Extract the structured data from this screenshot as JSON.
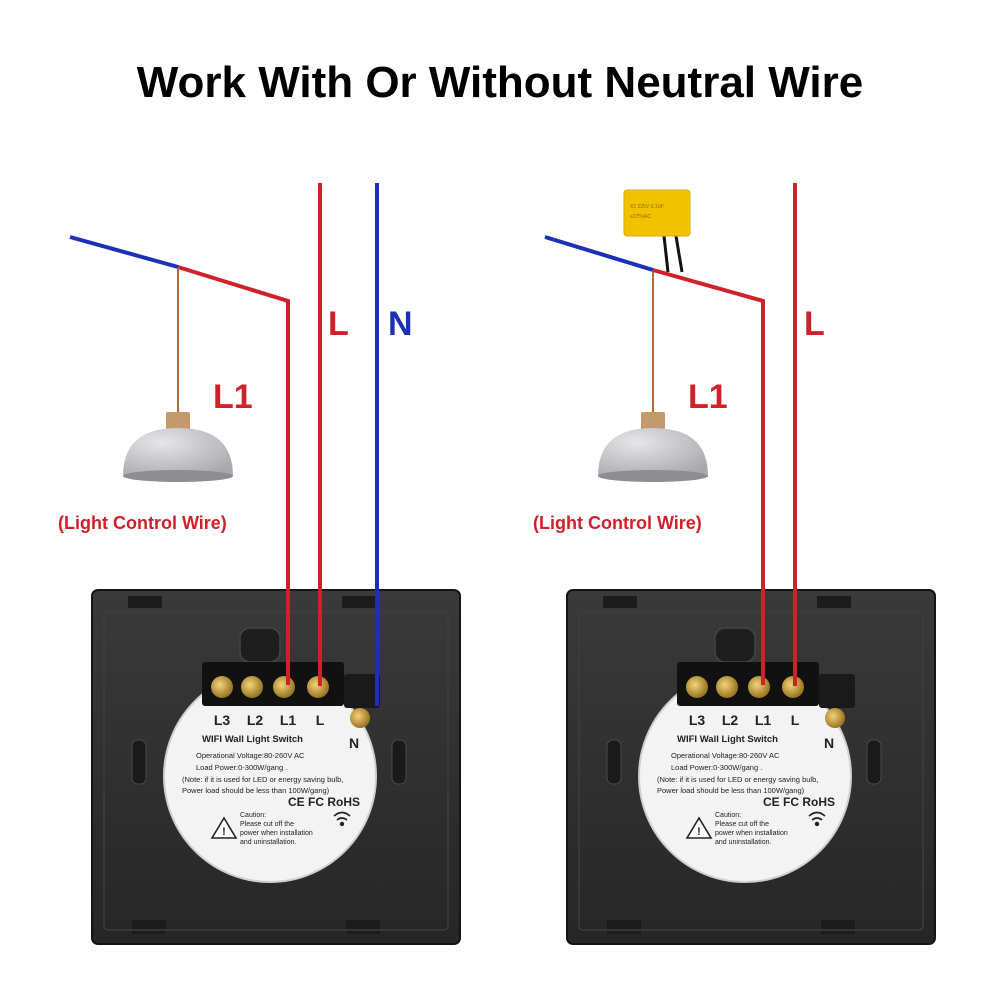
{
  "title": "Work With Or Without Neutral Wire",
  "colors": {
    "live_wire": "#d0202a",
    "neutral_wire": "#1c2fb8",
    "switch_body": "#2b2b2b",
    "lamp_shade": "#c9c9cb",
    "lamp_cap": "#c49a6c",
    "capacitor": "#f2c200"
  },
  "left_panel": {
    "wire_labels": {
      "live": "L",
      "neutral": "N",
      "load": "L1"
    },
    "control_label": "(Light Control Wire)",
    "icons": [
      "pendant-lamp-icon",
      "wall-switch-back-icon"
    ]
  },
  "right_panel": {
    "wire_labels": {
      "live": "L",
      "load": "L1"
    },
    "control_label": "(Light Control Wire)",
    "capacitor_text": [
      "X2 225V 0.1UF",
      "≤275VAC"
    ],
    "icons": [
      "pendant-lamp-icon",
      "capacitor-icon",
      "wall-switch-back-icon"
    ]
  },
  "switch_plate": {
    "terminals": [
      "L3",
      "L2",
      "L1",
      "L"
    ],
    "neutral_terminal": "N",
    "product_name": "WIFI Wall Light Switch",
    "voltage": "Operational Voltage:80-260V AC",
    "load_power": "Load Power:0-300W/gang .",
    "note_1": "(Note: if it is used for LED or energy saving bulb,",
    "note_2": "Power load should be less than 100W/gang)",
    "certs": "CE FC RoHS",
    "caution_title": "Caution:",
    "caution_1": "Please cut off the",
    "caution_2": "power when installation",
    "caution_3": "and uninstallation."
  }
}
